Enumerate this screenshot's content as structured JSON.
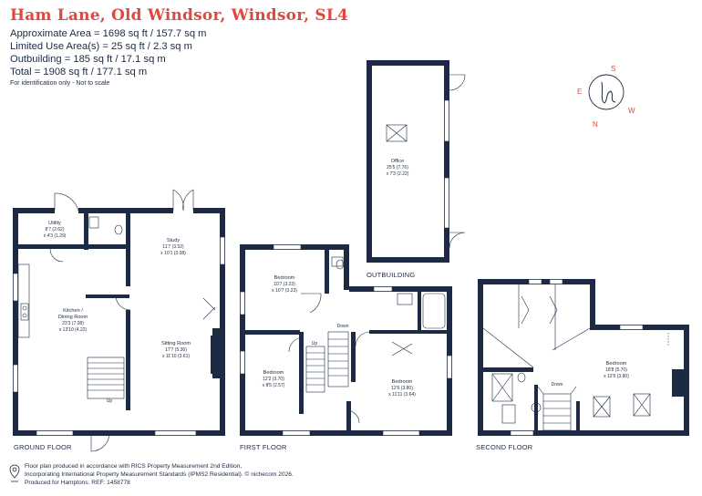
{
  "header": {
    "title": "Ham Lane, Old Windsor, Windsor, SL4",
    "areas": [
      "Approximate Area = 1698 sq ft / 157.7 sq m",
      "Limited Use Area(s) = 25 sq ft / 2.3 sq m",
      "Outbuilding = 185 sq ft / 17.1 sq m",
      "Total = 1908 sq ft / 177.1 sq m"
    ],
    "note": "For identification only - Not to scale"
  },
  "compass": {
    "labels": [
      "S",
      "W",
      "N",
      "E"
    ]
  },
  "floors": {
    "ground": "GROUND FLOOR",
    "first": "FIRST FLOOR",
    "second": "SECOND FLOOR",
    "outbuilding": "OUTBUILDING"
  },
  "rooms": {
    "utility": {
      "name": "Utility",
      "dim1": "8'7 (2.62)",
      "dim2": "x 4'3 (1.29)"
    },
    "kitchen": {
      "name1": "Kitchen /",
      "name2": "Dining Room",
      "dim1": "23'3 (7.08)",
      "dim2": "x 13'10 (4.22)"
    },
    "study": {
      "name": "Study",
      "dim1": "11'7 (3.52)",
      "dim2": "x 10'1 (3.08)"
    },
    "sitting": {
      "name": "Sitting Room",
      "dim1": "17'7 (5.36)",
      "dim2": "x 11'10 (3.61)"
    },
    "office": {
      "name": "Office",
      "dim1": "25'5 (7.76)",
      "dim2": "x 7'3 (2.22)"
    },
    "bed1": {
      "name": "Bedroom",
      "dim1": "10'7 (3.23)",
      "dim2": "x 10'7 (3.23)"
    },
    "bed2": {
      "name": "Bedroom",
      "dim1": "12'2 (3.70)",
      "dim2": "x 8'5 (2.57)"
    },
    "bed3": {
      "name": "Bedroom",
      "dim1": "12'6 (3.80)",
      "dim2": "x 11'11 (3.64)"
    },
    "bed4": {
      "name": "Bedroom",
      "dim1": "18'8 (5.70)",
      "dim2": "x 12'6 (3.80)"
    }
  },
  "stairs": {
    "up": "Up",
    "down": "Down"
  },
  "footer": {
    "lines": [
      "Floor plan produced in accordance with RICS Property Measurement 2nd Edition,",
      "Incorporating International Property Measurement Standards (IPMS2 Residential).  © nichecom 2026.",
      "Produced for Hamptons.   REF: 1458778"
    ]
  }
}
